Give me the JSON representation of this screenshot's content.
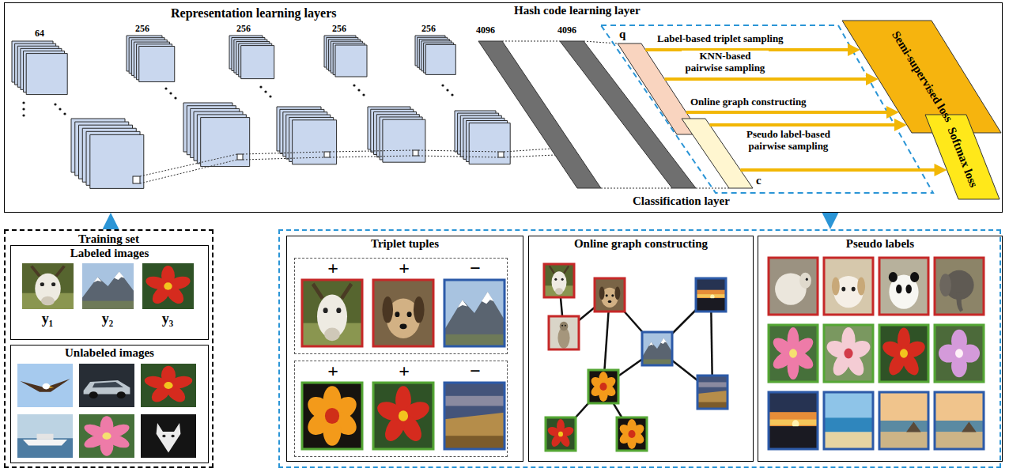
{
  "diagram": {
    "nodes": [
      {
        "text": [
          "Representation learning layers"
        ]
      },
      {
        "text": [
          "Hash code learning layer"
        ],
        "in": 0
      },
      {
        "text": [
          "q"
        ],
        "in": 1
      },
      {
        "text": [
          "c"
        ],
        "in": 1
      },
      {
        "text": [
          "Semi-supervised loss"
        ],
        "in": 0
      },
      {
        "text": [
          "Softmax loss"
        ],
        "in": 0
      },
      {
        "text": [
          "Training set"
        ]
      },
      {
        "text": [
          "Labeled images"
        ],
        "in": 6
      },
      {
        "text": [
          "Unlabeled images"
        ],
        "in": 6
      },
      {
        "text": []
      },
      {
        "text": [
          "Triplet tuples"
        ],
        "in": 9
      },
      {
        "text": [
          "+",
          "+",
          "−"
        ],
        "in": 10
      },
      {
        "text": [
          "+",
          "+",
          "−"
        ],
        "in": 10
      },
      {
        "text": [
          "Online graph constructing"
        ],
        "in": 9
      },
      {
        "text": [
          "Pseudo labels"
        ],
        "in": 9
      }
    ],
    "edges": [
      {
        "from": 6,
        "to": 0,
        "arrow": "to"
      },
      {
        "from": 0,
        "to": 9,
        "arrow": "to"
      },
      {
        "from": 2,
        "to": 4,
        "label": "Label-based triplet sampling",
        "arrow": "to"
      },
      {
        "from": 2,
        "to": 4,
        "label": "KNN-based pairwise sampling",
        "arrow": "to"
      },
      {
        "from": 2,
        "to": 4,
        "label": "Online graph constructing",
        "arrow": "to"
      },
      {
        "from": 3,
        "to": 4,
        "label": "Pseudo label-based pairwise sampling",
        "arrow": "to"
      },
      {
        "from": 3,
        "to": 5,
        "arrow": "to"
      }
    ],
    "labels": [
      "64",
      "256",
      "256",
      "256",
      "256",
      "4096",
      "4096",
      "Classification layer",
      "y₁",
      "y₂",
      "y₃"
    ]
  }
}
